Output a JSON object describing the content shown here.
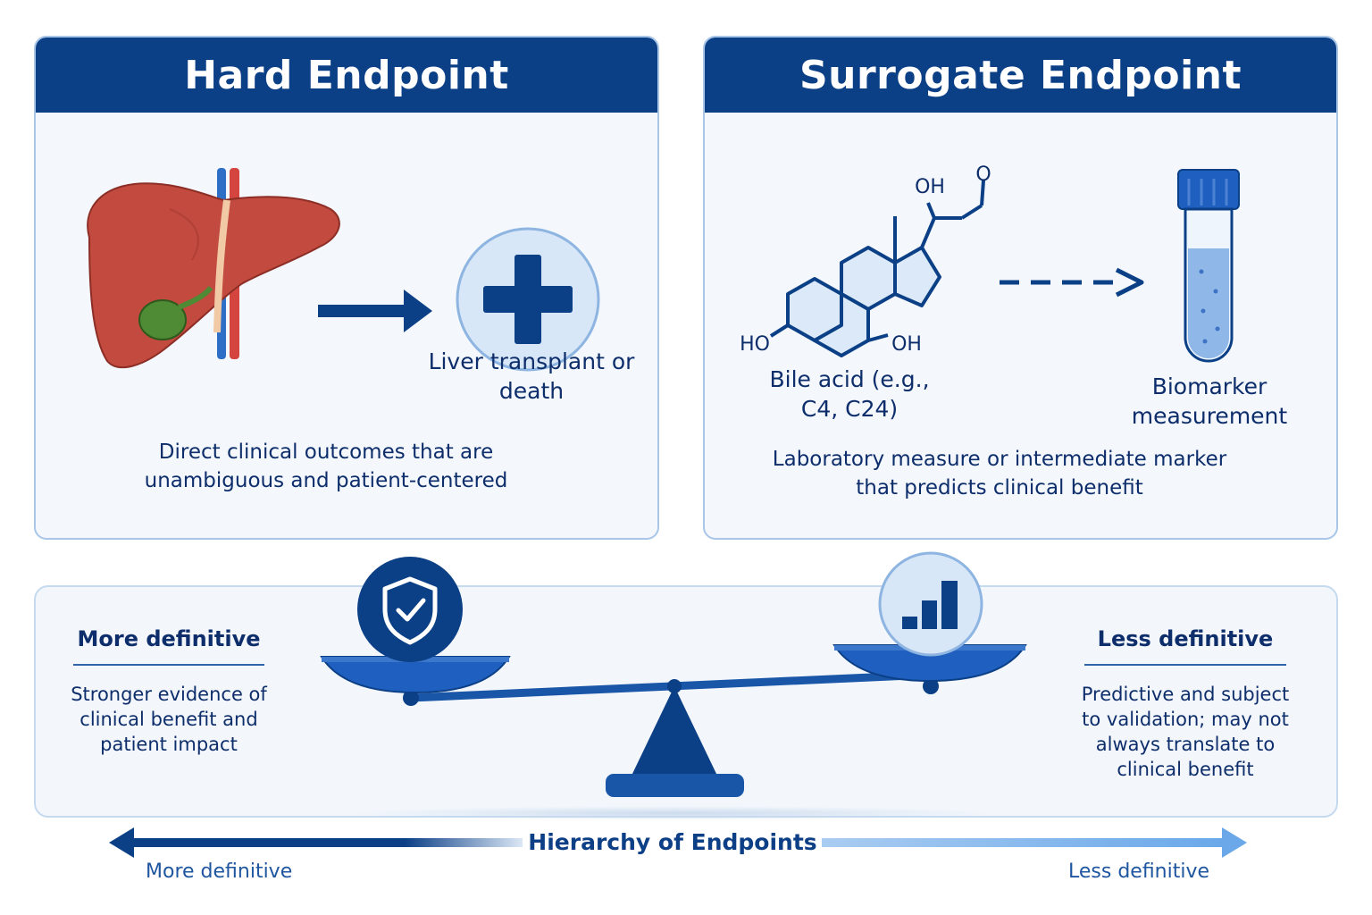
{
  "hard_panel": {
    "title": "Hard Endpoint",
    "outcome_label": "Liver transplant or death",
    "description": "Direct clinical outcomes that are unambiguous and patient-centered"
  },
  "surrogate_panel": {
    "title": "Surrogate Endpoint",
    "molecule_groups": {
      "hydroxyl_top": "OH",
      "carbonyl": "O",
      "hydroxyl_left": "HO",
      "hydroxyl_right": "OH"
    },
    "molecule_label": "Bile acid (e.g., C4, C24)",
    "biomarker_label": "Biomarker measurement",
    "description": "Laboratory measure or intermediate marker that predicts clinical benefit"
  },
  "comparison": {
    "left_title": "More definitive",
    "left_text": "Stronger evidence of clinical benefit and patient impact",
    "right_title": "Less definitive",
    "right_text": "Predictive and subject to validation; may not always translate to clinical benefit"
  },
  "axis": {
    "title": "Hierarchy of Endpoints",
    "left_end": "More definitive",
    "right_end": "Less definitive"
  },
  "colors": {
    "navy": "#0b3f86",
    "light_blue": "#dbe9f8",
    "liver": "#c24a3e",
    "gallbladder": "#4f8a34"
  },
  "icons": [
    "liver-icon",
    "medical-cross-icon",
    "bile-acid-molecule-icon",
    "test-tube-icon",
    "shield-check-icon",
    "bar-chart-icon",
    "balance-scale-icon"
  ]
}
